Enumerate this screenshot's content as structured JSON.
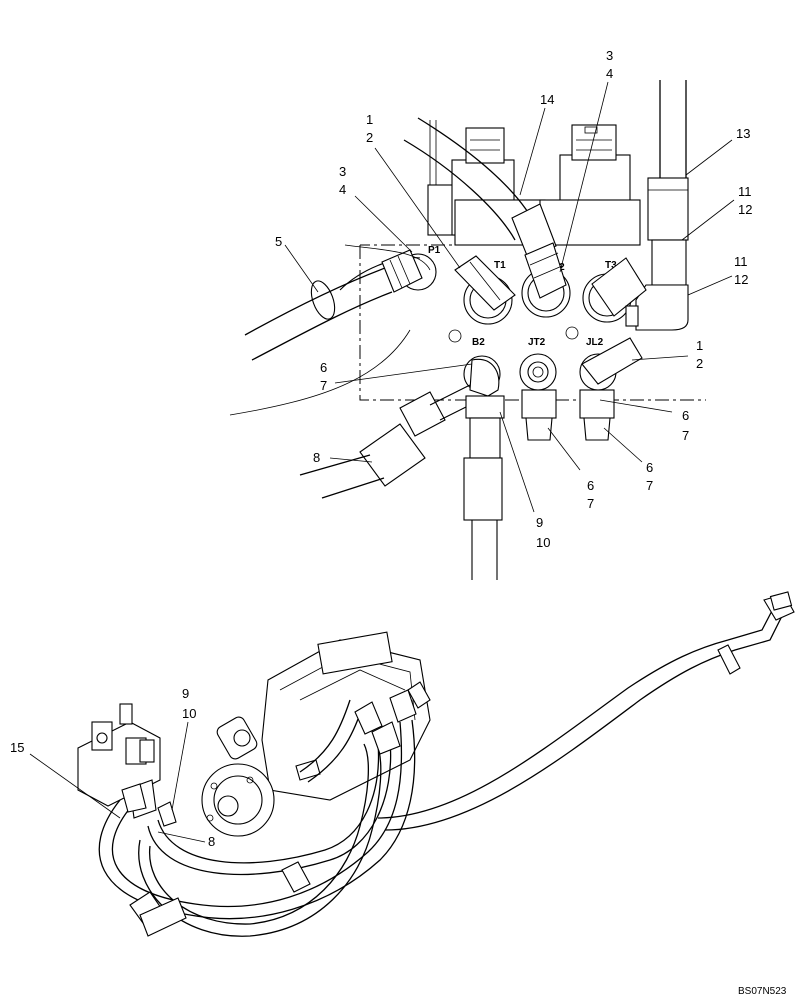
{
  "ports": {
    "p1": "P1",
    "t1": "T1",
    "t2": "T2",
    "t3": "T3",
    "b2": "B2",
    "jt2": "JT2",
    "jl2": "JL2"
  },
  "callouts": {
    "c1a": "1",
    "c2a": "2",
    "c3a": "3",
    "c4a": "4",
    "c3b": "3",
    "c4b": "4",
    "c14": "14",
    "c13": "13",
    "c11a": "11",
    "c12a": "12",
    "c11b": "11",
    "c12b": "12",
    "c5": "5",
    "c1b": "1",
    "c2b": "2",
    "c6a": "6",
    "c7a": "7",
    "c6b": "6",
    "c7b": "7",
    "c6c": "6",
    "c7c": "7",
    "c8a": "8",
    "c9a": "9",
    "c10a": "10",
    "c9b": "9",
    "c10b": "10",
    "c15": "15",
    "c8b": "8"
  },
  "reference_code": "BS07N523"
}
